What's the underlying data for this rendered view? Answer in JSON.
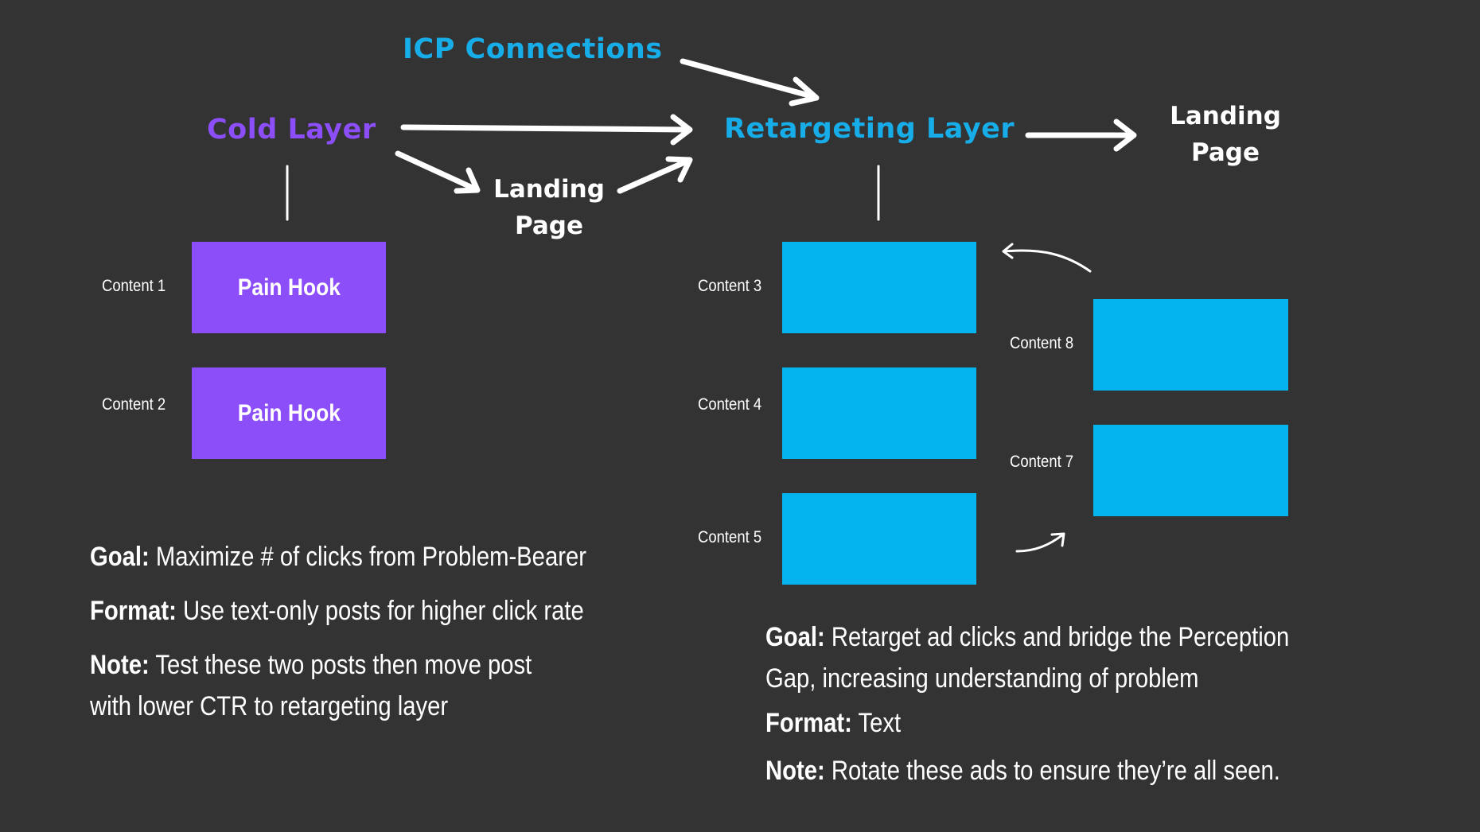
{
  "colors": {
    "background": "#333333",
    "cold": "#8b4ef9",
    "retarget": "#04b4ee",
    "text": "#ffffff"
  },
  "icp_label": "ICP Connections",
  "cold": {
    "title": "Cold Layer",
    "items": [
      {
        "label": "Content 1",
        "box_text": "Pain Hook"
      },
      {
        "label": "Content 2",
        "box_text": "Pain Hook"
      }
    ],
    "notes": [
      {
        "key": "Goal:",
        "text": "Maximize # of clicks from Problem-Bearer"
      },
      {
        "key": "Format:",
        "text": "Use text-only posts for higher click rate"
      },
      {
        "key": "Note:",
        "text": "Test these two posts then move post with lower CTR to retargeting layer"
      }
    ]
  },
  "landing_mid": {
    "line1": "Landing",
    "line2": "Page"
  },
  "landing_right": {
    "line1": "Landing",
    "line2": "Page"
  },
  "retarget": {
    "title": "Retargeting Layer",
    "left_items": [
      {
        "label": "Content 3"
      },
      {
        "label": "Content 4"
      },
      {
        "label": "Content 5"
      }
    ],
    "right_items": [
      {
        "label": "Content 8"
      },
      {
        "label": "Content 7"
      }
    ],
    "notes": [
      {
        "key": "Goal:",
        "text": "Retarget ad clicks and bridge the Perception Gap, increasing understanding of problem"
      },
      {
        "key": "Format:",
        "text": "Text"
      },
      {
        "key": "Note:",
        "text": "Rotate these ads to ensure they’re all seen."
      }
    ]
  }
}
